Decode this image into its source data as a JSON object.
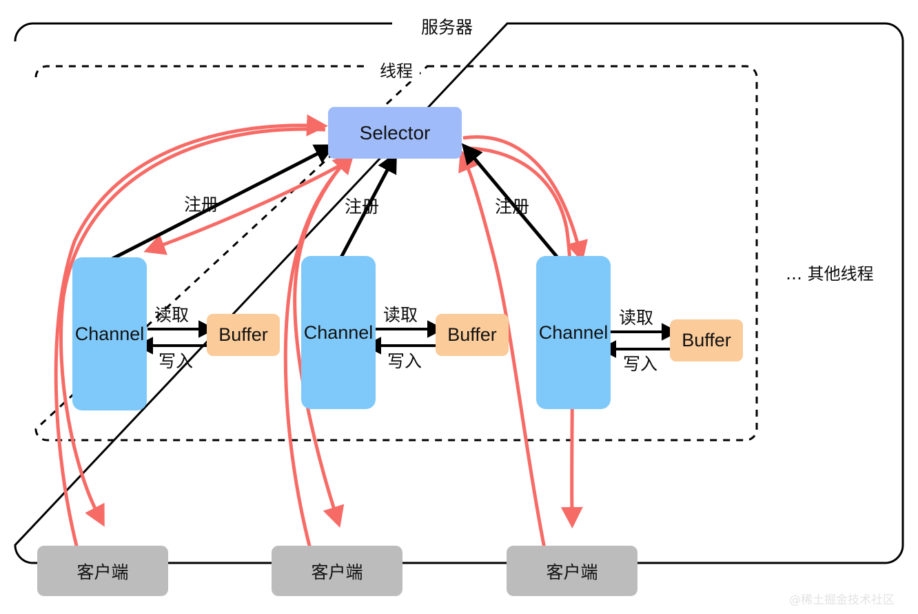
{
  "diagram": {
    "title": "服务器",
    "outer_frame_label": "服务器",
    "inner_frame_label": "线程",
    "other_threads_label": "… 其他线程",
    "watermark": "@稀土掘金技术社区"
  },
  "selector": {
    "label": "Selector"
  },
  "groups": [
    {
      "channel_label": "Channel",
      "buffer_label": "Buffer",
      "read_label": "读取",
      "write_label": "写入",
      "register_label": "注册",
      "client_label": "客户端"
    },
    {
      "channel_label": "Channel",
      "buffer_label": "Buffer",
      "read_label": "读取",
      "write_label": "写入",
      "register_label": "注册",
      "client_label": "客户端"
    },
    {
      "channel_label": "Channel",
      "buffer_label": "Buffer",
      "read_label": "读取",
      "write_label": "写入",
      "register_label": "注册",
      "client_label": "客户端"
    }
  ],
  "colors": {
    "selector_fill": "#9fbbfa",
    "channel_fill": "#7fc9fa",
    "buffer_fill": "#fbcb9a",
    "client_fill": "#bcbcbc",
    "arrow_red": "#f76b66",
    "arrow_black": "#000000",
    "frame_stroke": "#000000"
  }
}
